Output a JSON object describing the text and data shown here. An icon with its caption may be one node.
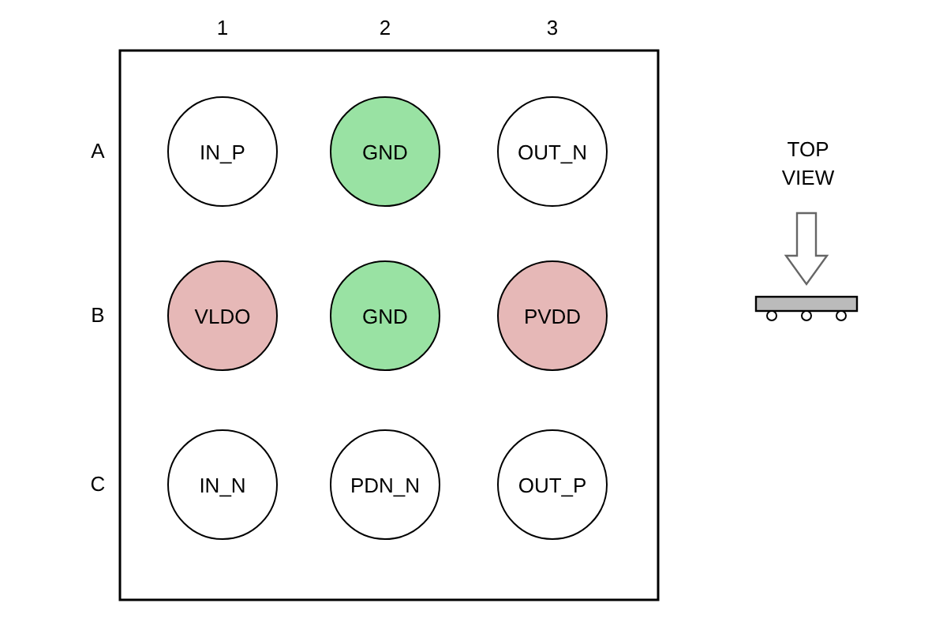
{
  "diagram": {
    "nodes": [
      {
        "text": [
          "IN_P"
        ]
      },
      {
        "text": [
          "GND"
        ]
      },
      {
        "text": [
          "OUT_N"
        ]
      },
      {
        "text": [
          "VLDO"
        ]
      },
      {
        "text": [
          "GND"
        ]
      },
      {
        "text": [
          "PVDD"
        ]
      },
      {
        "text": [
          "IN_N"
        ]
      },
      {
        "text": [
          "PDN_N"
        ]
      },
      {
        "text": [
          "OUT_P"
        ]
      }
    ],
    "labels": [
      "1",
      "2",
      "3",
      "A",
      "B",
      "C",
      "TOP VIEW"
    ]
  }
}
